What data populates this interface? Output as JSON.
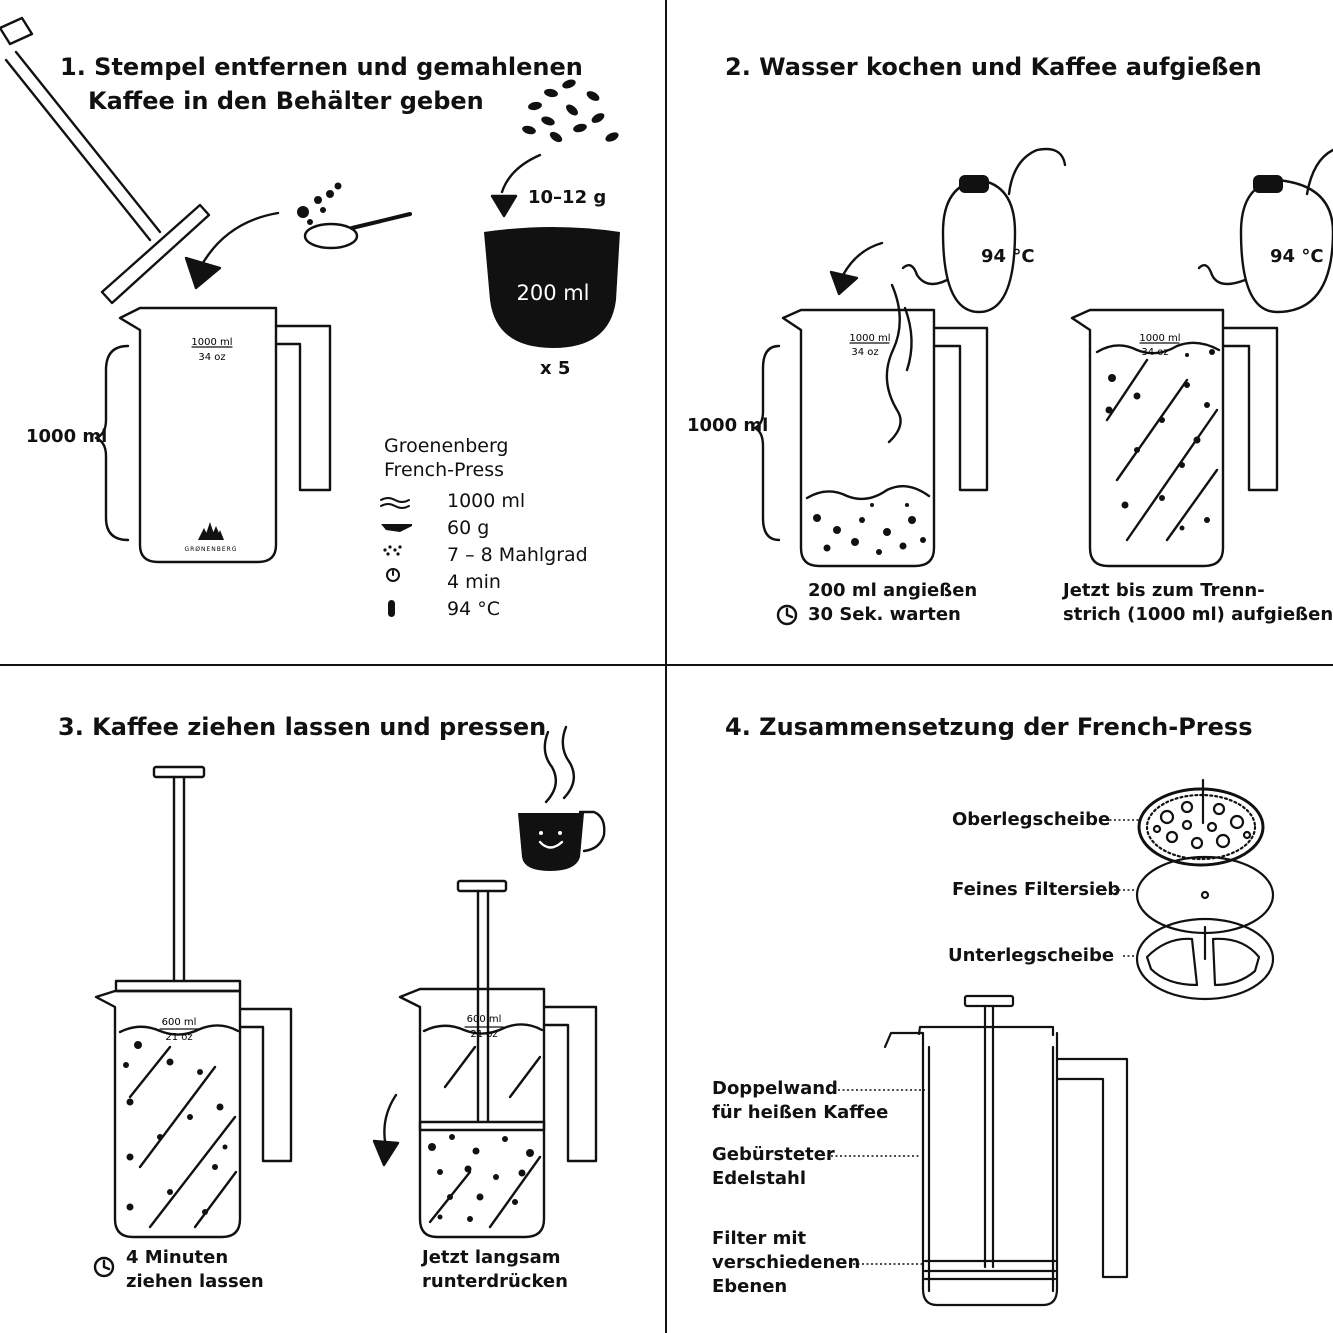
{
  "step1": {
    "title_line1": "1. Stempel entfernen und gemahlenen",
    "title_line2": "Kaffee in den Behälter geben",
    "coffee_amount": "10–12 g",
    "cup_volume": "200 ml",
    "cup_multiplier": "x 5",
    "volume_label": "1000 ml",
    "press_mark_top": "1000 ml",
    "press_mark_bottom": "34 oz",
    "brand_logo": "GRØNENBERG",
    "spec_title_line1": "Groenenberg",
    "spec_title_line2": "French-Press",
    "specs": [
      {
        "icon": "water-wave-icon",
        "value": "1000 ml"
      },
      {
        "icon": "scoop-icon",
        "value": "60 g"
      },
      {
        "icon": "grind-dots-icon",
        "value": "7 – 8 Mahlgrad"
      },
      {
        "icon": "timer-icon",
        "value": "4 min"
      },
      {
        "icon": "thermometer-icon",
        "value": "94 °C"
      }
    ]
  },
  "step2": {
    "title": "2. Wasser kochen und Kaffee aufgießen",
    "temp_left": "94 °C",
    "temp_right": "94 °C",
    "volume_label": "1000 ml",
    "press_mark_top": "1000 ml",
    "press_mark_bottom": "34 oz",
    "caption_left_line1": "200 ml angießen",
    "caption_left_line2": "30 Sek. warten",
    "caption_right_line1": "Jetzt bis zum Trenn-",
    "caption_right_line2": "strich (1000 ml) aufgießen"
  },
  "step3": {
    "title": "3. Kaffee ziehen lassen und pressen",
    "press_mark_top": "600 ml",
    "press_mark_bottom": "21 oz",
    "caption_left_line1": "4 Minuten",
    "caption_left_line2": "ziehen lassen",
    "caption_right_line1": "Jetzt langsam",
    "caption_right_line2": "runterdrücken"
  },
  "step4": {
    "title": "4. Zusammensetzung der French-Press",
    "parts": {
      "top_disc": "Oberlegscheibe",
      "filter_mesh": "Feines Filtersieb",
      "bottom_disc": "Unterlegscheibe",
      "double_wall_line1": "Doppelwand",
      "double_wall_line2": "für heißen Kaffee",
      "steel_line1": "Gebürsteter",
      "steel_line2": "Edelstahl",
      "filter_line1": "Filter mit",
      "filter_line2": "verschiedenen",
      "filter_line3": "Ebenen"
    }
  }
}
